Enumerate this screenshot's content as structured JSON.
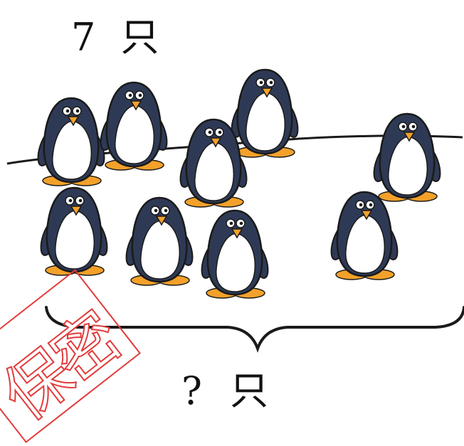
{
  "top_label": {
    "number": "7",
    "unit": "只"
  },
  "bottom_label": {
    "number": "?",
    "unit": "只"
  },
  "stamp": {
    "text": "保密"
  },
  "colors": {
    "penguin_body": "#2e3a55",
    "penguin_belly": "#ffffff",
    "penguin_feet": "#f3a12a",
    "outline": "#1a1a1a",
    "stamp": "#e23b3b"
  },
  "penguin_count_shown": 9
}
